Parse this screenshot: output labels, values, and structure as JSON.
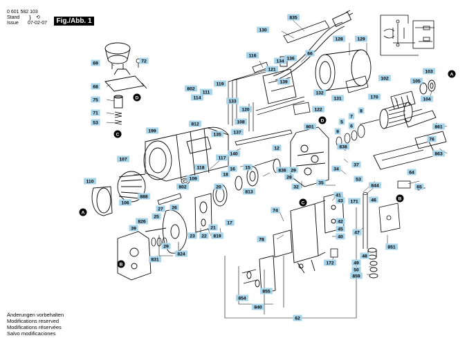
{
  "header": {
    "doc_number": "0 601 582 103",
    "stand_label": "Stand",
    "issue_label": "Issue",
    "date": "07-02-07",
    "figure_label": "Fig./Abb. 1"
  },
  "footer": {
    "lines": [
      "Änderungen vorbehalten",
      "Modifications reserved",
      "Modifications réservées",
      "Salvo modificaciones"
    ]
  },
  "markers": [
    "A",
    "B",
    "C",
    "D"
  ],
  "part_numbers": [
    "835",
    "130",
    "128",
    "129",
    "66",
    "116",
    "134",
    "136",
    "72",
    "69",
    "121",
    "139",
    "802",
    "119",
    "111",
    "114",
    "133",
    "68",
    "120",
    "75",
    "71",
    "53",
    "132",
    "131",
    "122",
    "812",
    "135",
    "137",
    "108",
    "199",
    "102",
    "103",
    "105",
    "104",
    "170",
    "861",
    "76",
    "863",
    "801",
    "9",
    "6",
    "5",
    "7",
    "8",
    "12",
    "838",
    "107",
    "117",
    "140",
    "110",
    "118",
    "109",
    "16",
    "15",
    "18",
    "20",
    "836",
    "29",
    "28",
    "34",
    "37",
    "32",
    "35",
    "64",
    "65",
    "802",
    "888",
    "106",
    "27",
    "25",
    "26",
    "21",
    "22",
    "23",
    "819",
    "17",
    "813",
    "53",
    "844",
    "171",
    "41",
    "74",
    "46",
    "826",
    "39",
    "29",
    "824",
    "831",
    "78",
    "43",
    "42",
    "45",
    "40",
    "47",
    "851",
    "172",
    "48",
    "49",
    "50",
    "859",
    "855",
    "854",
    "840",
    "62"
  ],
  "colors": {
    "label_fill": "#a8d4ea",
    "line": "#000000",
    "marker_fill": "#000000",
    "marker_text": "#ffffff"
  }
}
